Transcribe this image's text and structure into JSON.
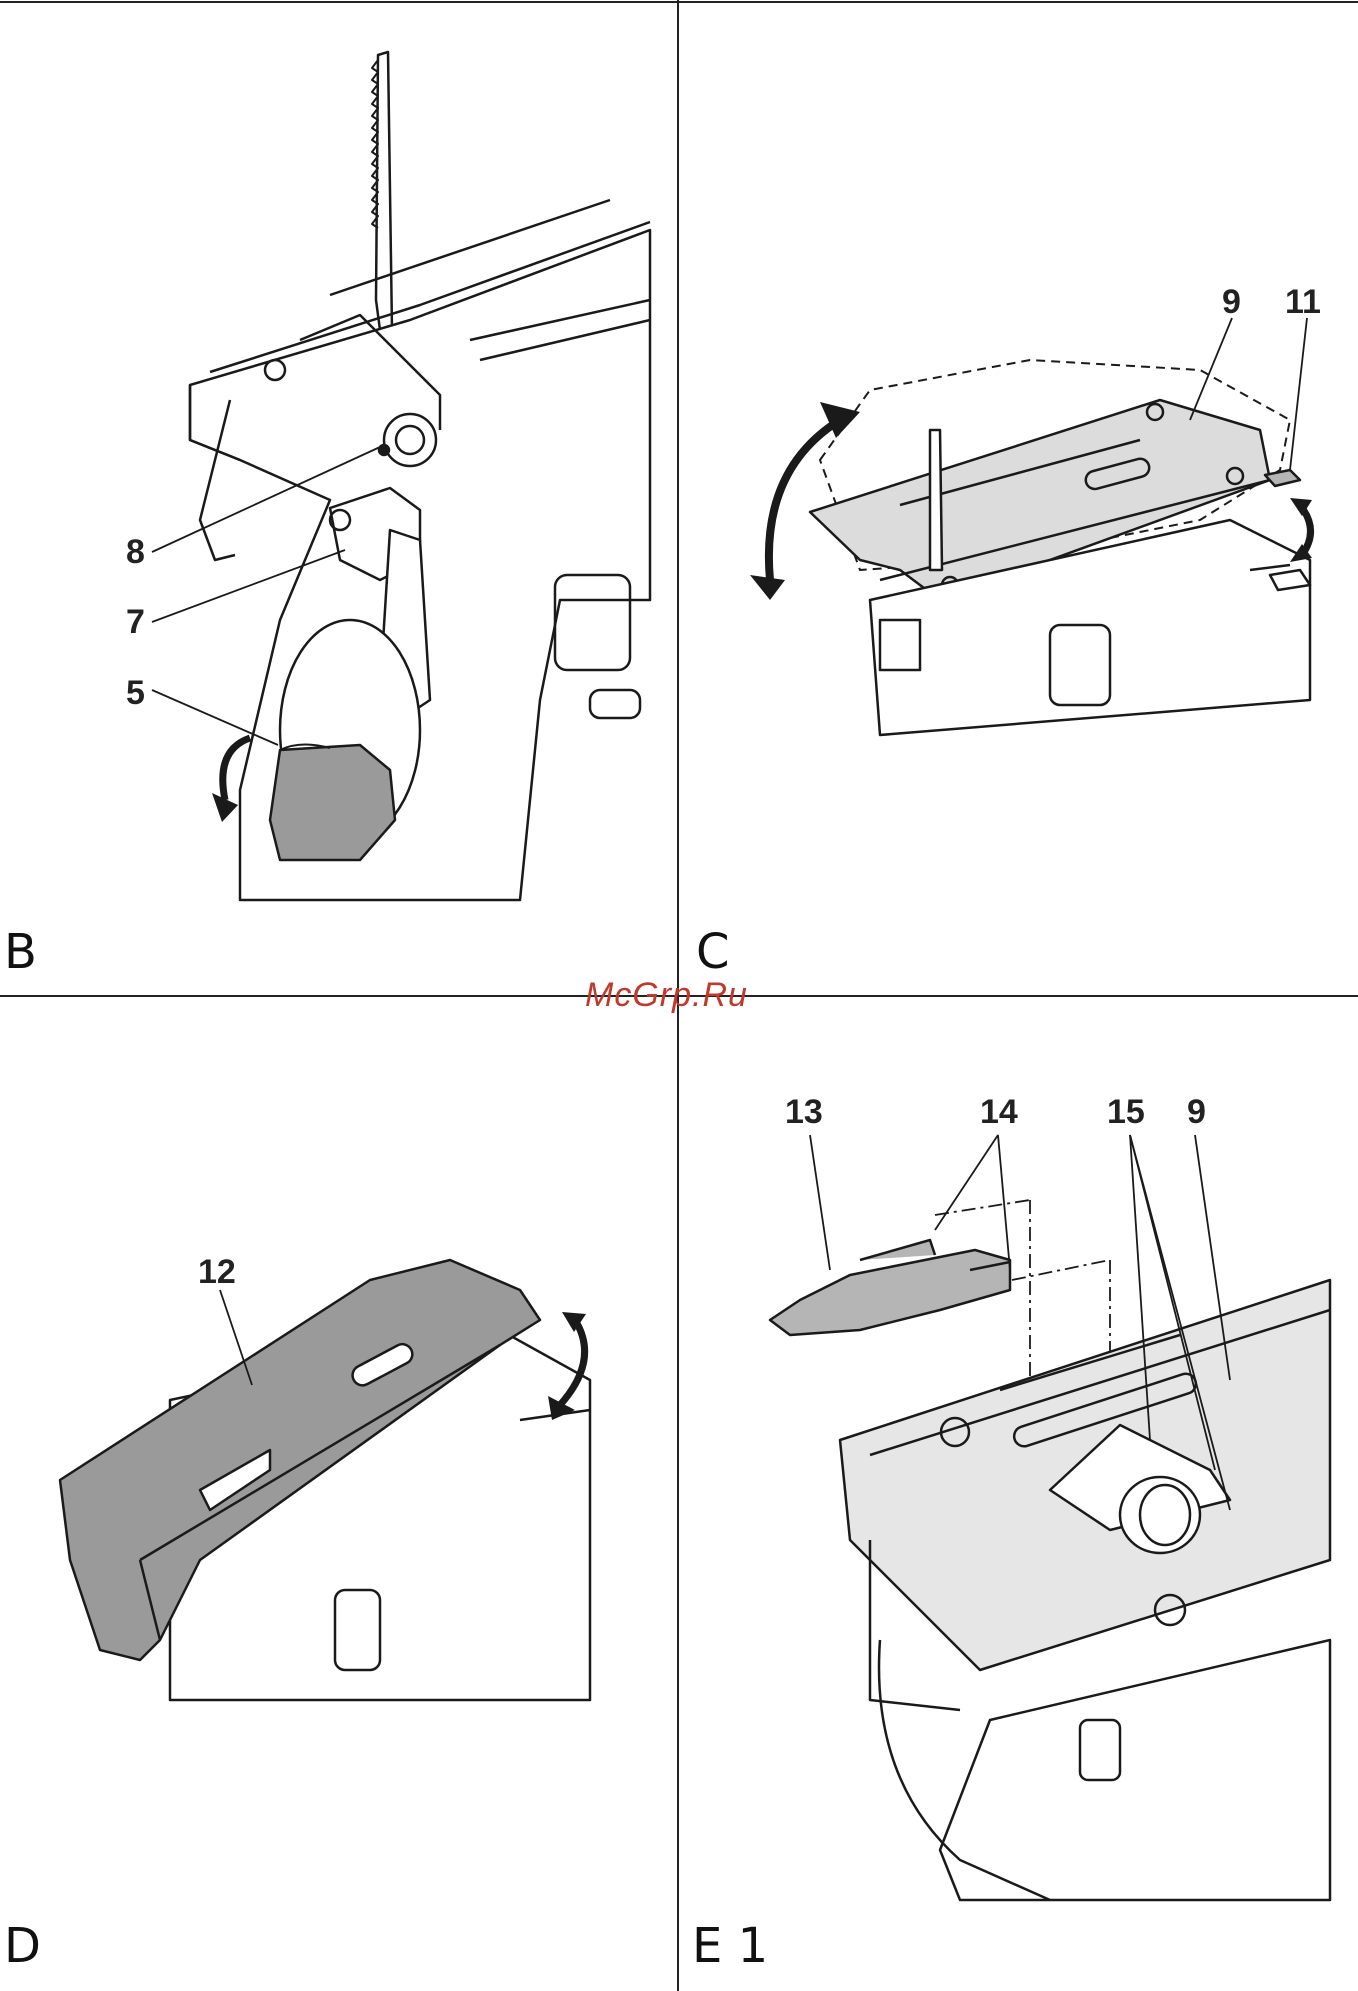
{
  "panels": [
    {
      "letter": "B",
      "callouts": [
        "8",
        "7",
        "5"
      ]
    },
    {
      "letter": "C",
      "callouts": [
        "9",
        "11"
      ]
    },
    {
      "letter": "D",
      "callouts": [
        "12"
      ]
    },
    {
      "letter": "E 1",
      "callouts": [
        "13",
        "14",
        "15",
        "9"
      ]
    }
  ],
  "watermark": "McGrp.Ru",
  "colors": {
    "line": "#1a1a1a",
    "fill_dark": "#8f8f8f",
    "fill_mid": "#b5b5b5",
    "fill_light": "#dcdcdc",
    "watermark": "#c0392b"
  }
}
